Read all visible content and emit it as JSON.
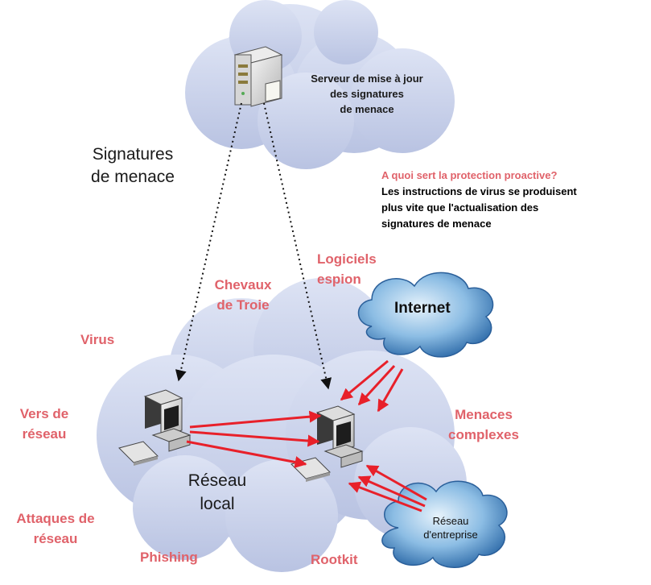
{
  "server": {
    "line1": "Serveur de mise à jour",
    "line2": "des signatures",
    "line3": "de menace"
  },
  "signatures": {
    "line1": "Signatures",
    "line2": "de menace"
  },
  "info": {
    "question": "A quoi sert la protection proactive?",
    "answer1": "Les instructions de virus se produisent",
    "answer2": "plus vite que l'actualisation des",
    "answer3": "signatures de menace"
  },
  "threats": {
    "spyware1": "Logiciels",
    "spyware2": "espion",
    "trojan1": "Chevaux",
    "trojan2": "de Troie",
    "virus": "Virus",
    "worms1": "Vers de",
    "worms2": "réseau",
    "complex1": "Menaces",
    "complex2": "complexes",
    "attacks1": "Attaques de",
    "attacks2": "réseau",
    "phishing": "Phishing",
    "rootkit": "Rootkit"
  },
  "internet": "Internet",
  "local": {
    "line1": "Réseau",
    "line2": "local"
  },
  "enterprise": {
    "line1": "Réseau",
    "line2": "d'entreprise"
  },
  "colors": {
    "threat": "#e0626a",
    "arrow": "#e8202a",
    "cloud_light": "#c4cde8",
    "cloud_dark": "#4a8ac4"
  }
}
